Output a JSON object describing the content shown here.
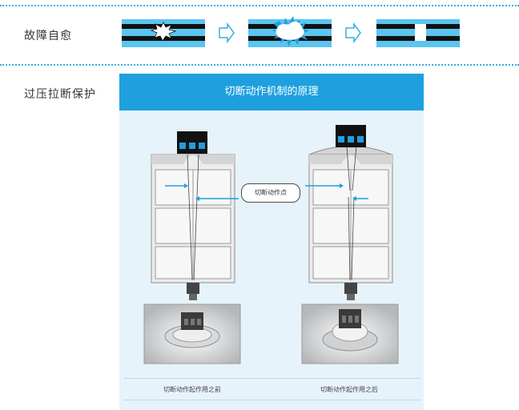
{
  "sections": {
    "self_healing": {
      "label": "故障自愈"
    },
    "overpressure": {
      "label": "过压拉断保护"
    }
  },
  "panel": {
    "title": "切断动作机制的原理",
    "callout": "切断动作点",
    "caption_before": "切断动作起作用之前",
    "caption_after": "切断动作起作用之后"
  },
  "colors": {
    "accent": "#1ea0de",
    "film_light": "#5bc5ef",
    "film_dark": "#111111",
    "panel_bg": "#e7f3fb",
    "arrow": "#3aaee2"
  },
  "icons": [
    "spark-burst-icon",
    "cloud-burst-icon",
    "right-arrow-icon"
  ]
}
